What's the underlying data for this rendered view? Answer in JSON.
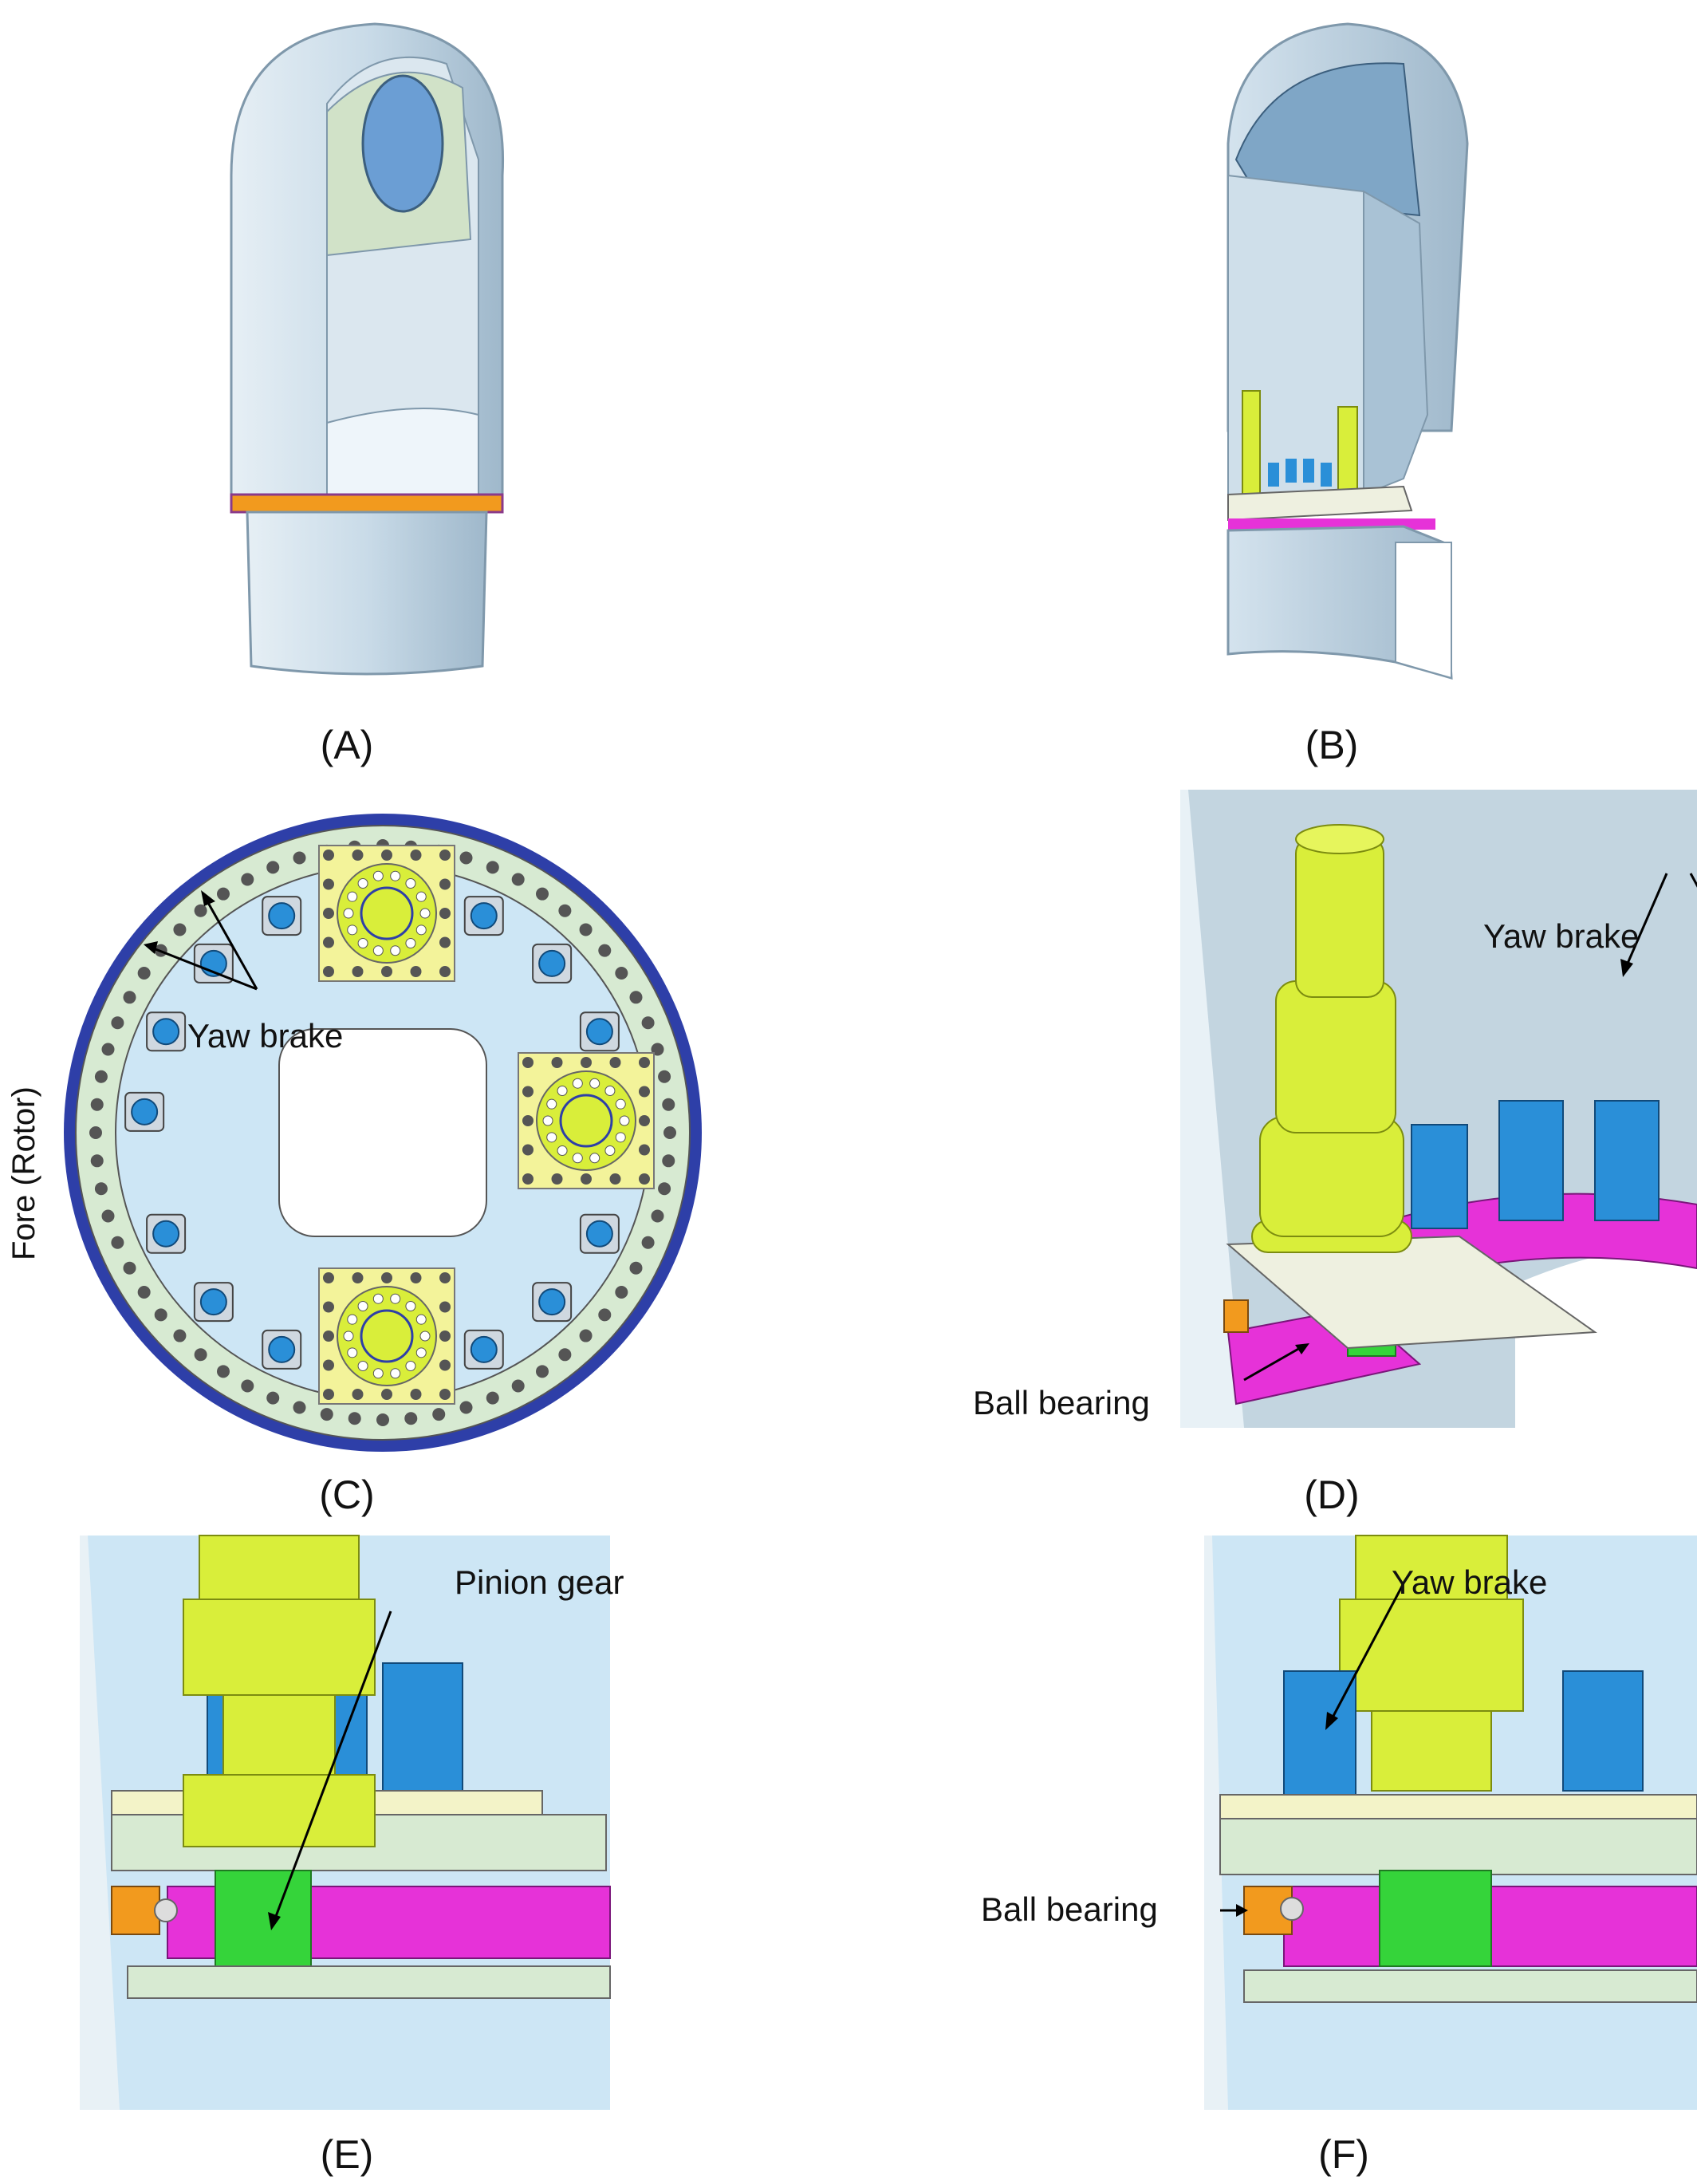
{
  "panels": {
    "a": {
      "label": "(A)"
    },
    "b": {
      "label": "(B)"
    },
    "c": {
      "label": "(C)",
      "yaw_brake": "Yaw brake",
      "fore": "Fore (Rotor)"
    },
    "d": {
      "label": "(D)",
      "yaw_brake": "Yaw brake",
      "ball_bearing": "Ball bearing"
    },
    "e": {
      "label": "(E)",
      "pinion_gear": "Pinion gear"
    },
    "f": {
      "label": "(F)",
      "yaw_brake": "Yaw brake",
      "ball_bearing": "Ball bearing"
    }
  },
  "colors": {
    "shell": "#c9dbe8",
    "shell_dark": "#9db7cc",
    "drive_yellow": "#d9ee3a",
    "brake_blue": "#2a8fd8",
    "gear_magenta": "#e632d8",
    "pinion_green": "#35d43a",
    "bearing_orange": "#f29a1e",
    "plate_green": "#d7ead2",
    "ring_blue": "#2e3fa8"
  }
}
